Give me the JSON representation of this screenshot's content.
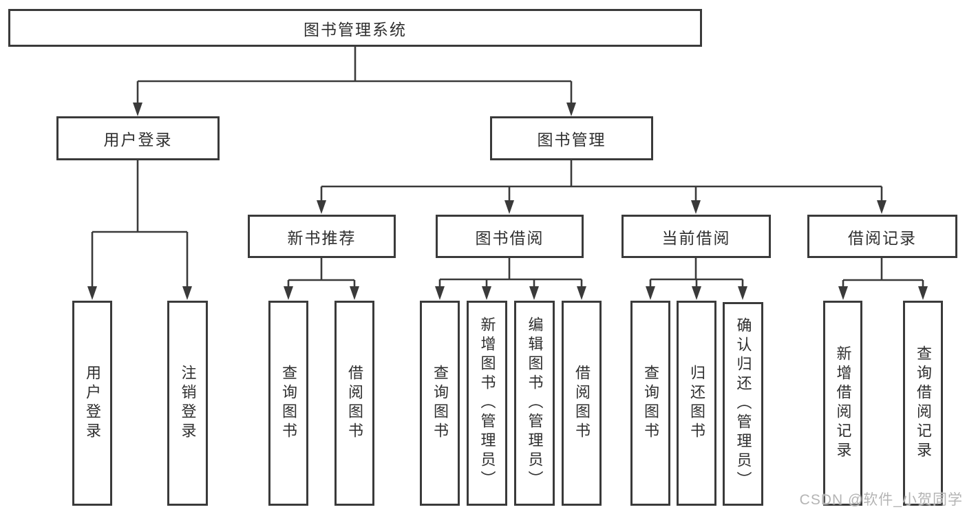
{
  "tree": {
    "root": {
      "label": "图书管理系统",
      "children": [
        {
          "label": "用户登录",
          "children": [
            {
              "label": "用户登录"
            },
            {
              "label": "注销登录"
            }
          ]
        },
        {
          "label": "图书管理",
          "children": [
            {
              "label": "新书推荐",
              "children": [
                {
                  "label": "查询图书"
                },
                {
                  "label": "借阅图书"
                }
              ]
            },
            {
              "label": "图书借阅",
              "children": [
                {
                  "label": "查询图书"
                },
                {
                  "label": "新增图书（管理员）"
                },
                {
                  "label": "编辑图书（管理员）"
                },
                {
                  "label": "借阅图书"
                }
              ]
            },
            {
              "label": "当前借阅",
              "children": [
                {
                  "label": "查询图书"
                },
                {
                  "label": "归还图书"
                },
                {
                  "label": "确认归还（管理员）"
                }
              ]
            },
            {
              "label": "借阅记录",
              "children": [
                {
                  "label": "新增借阅记录"
                },
                {
                  "label": "查询借阅记录"
                }
              ]
            }
          ]
        }
      ]
    }
  },
  "watermark": "CSDN @软件_小贺同学",
  "colors": {
    "line": "#3a3a3a",
    "text": "#2f2f2f",
    "background": "#ffffff",
    "watermark": "#b4b4b4"
  }
}
